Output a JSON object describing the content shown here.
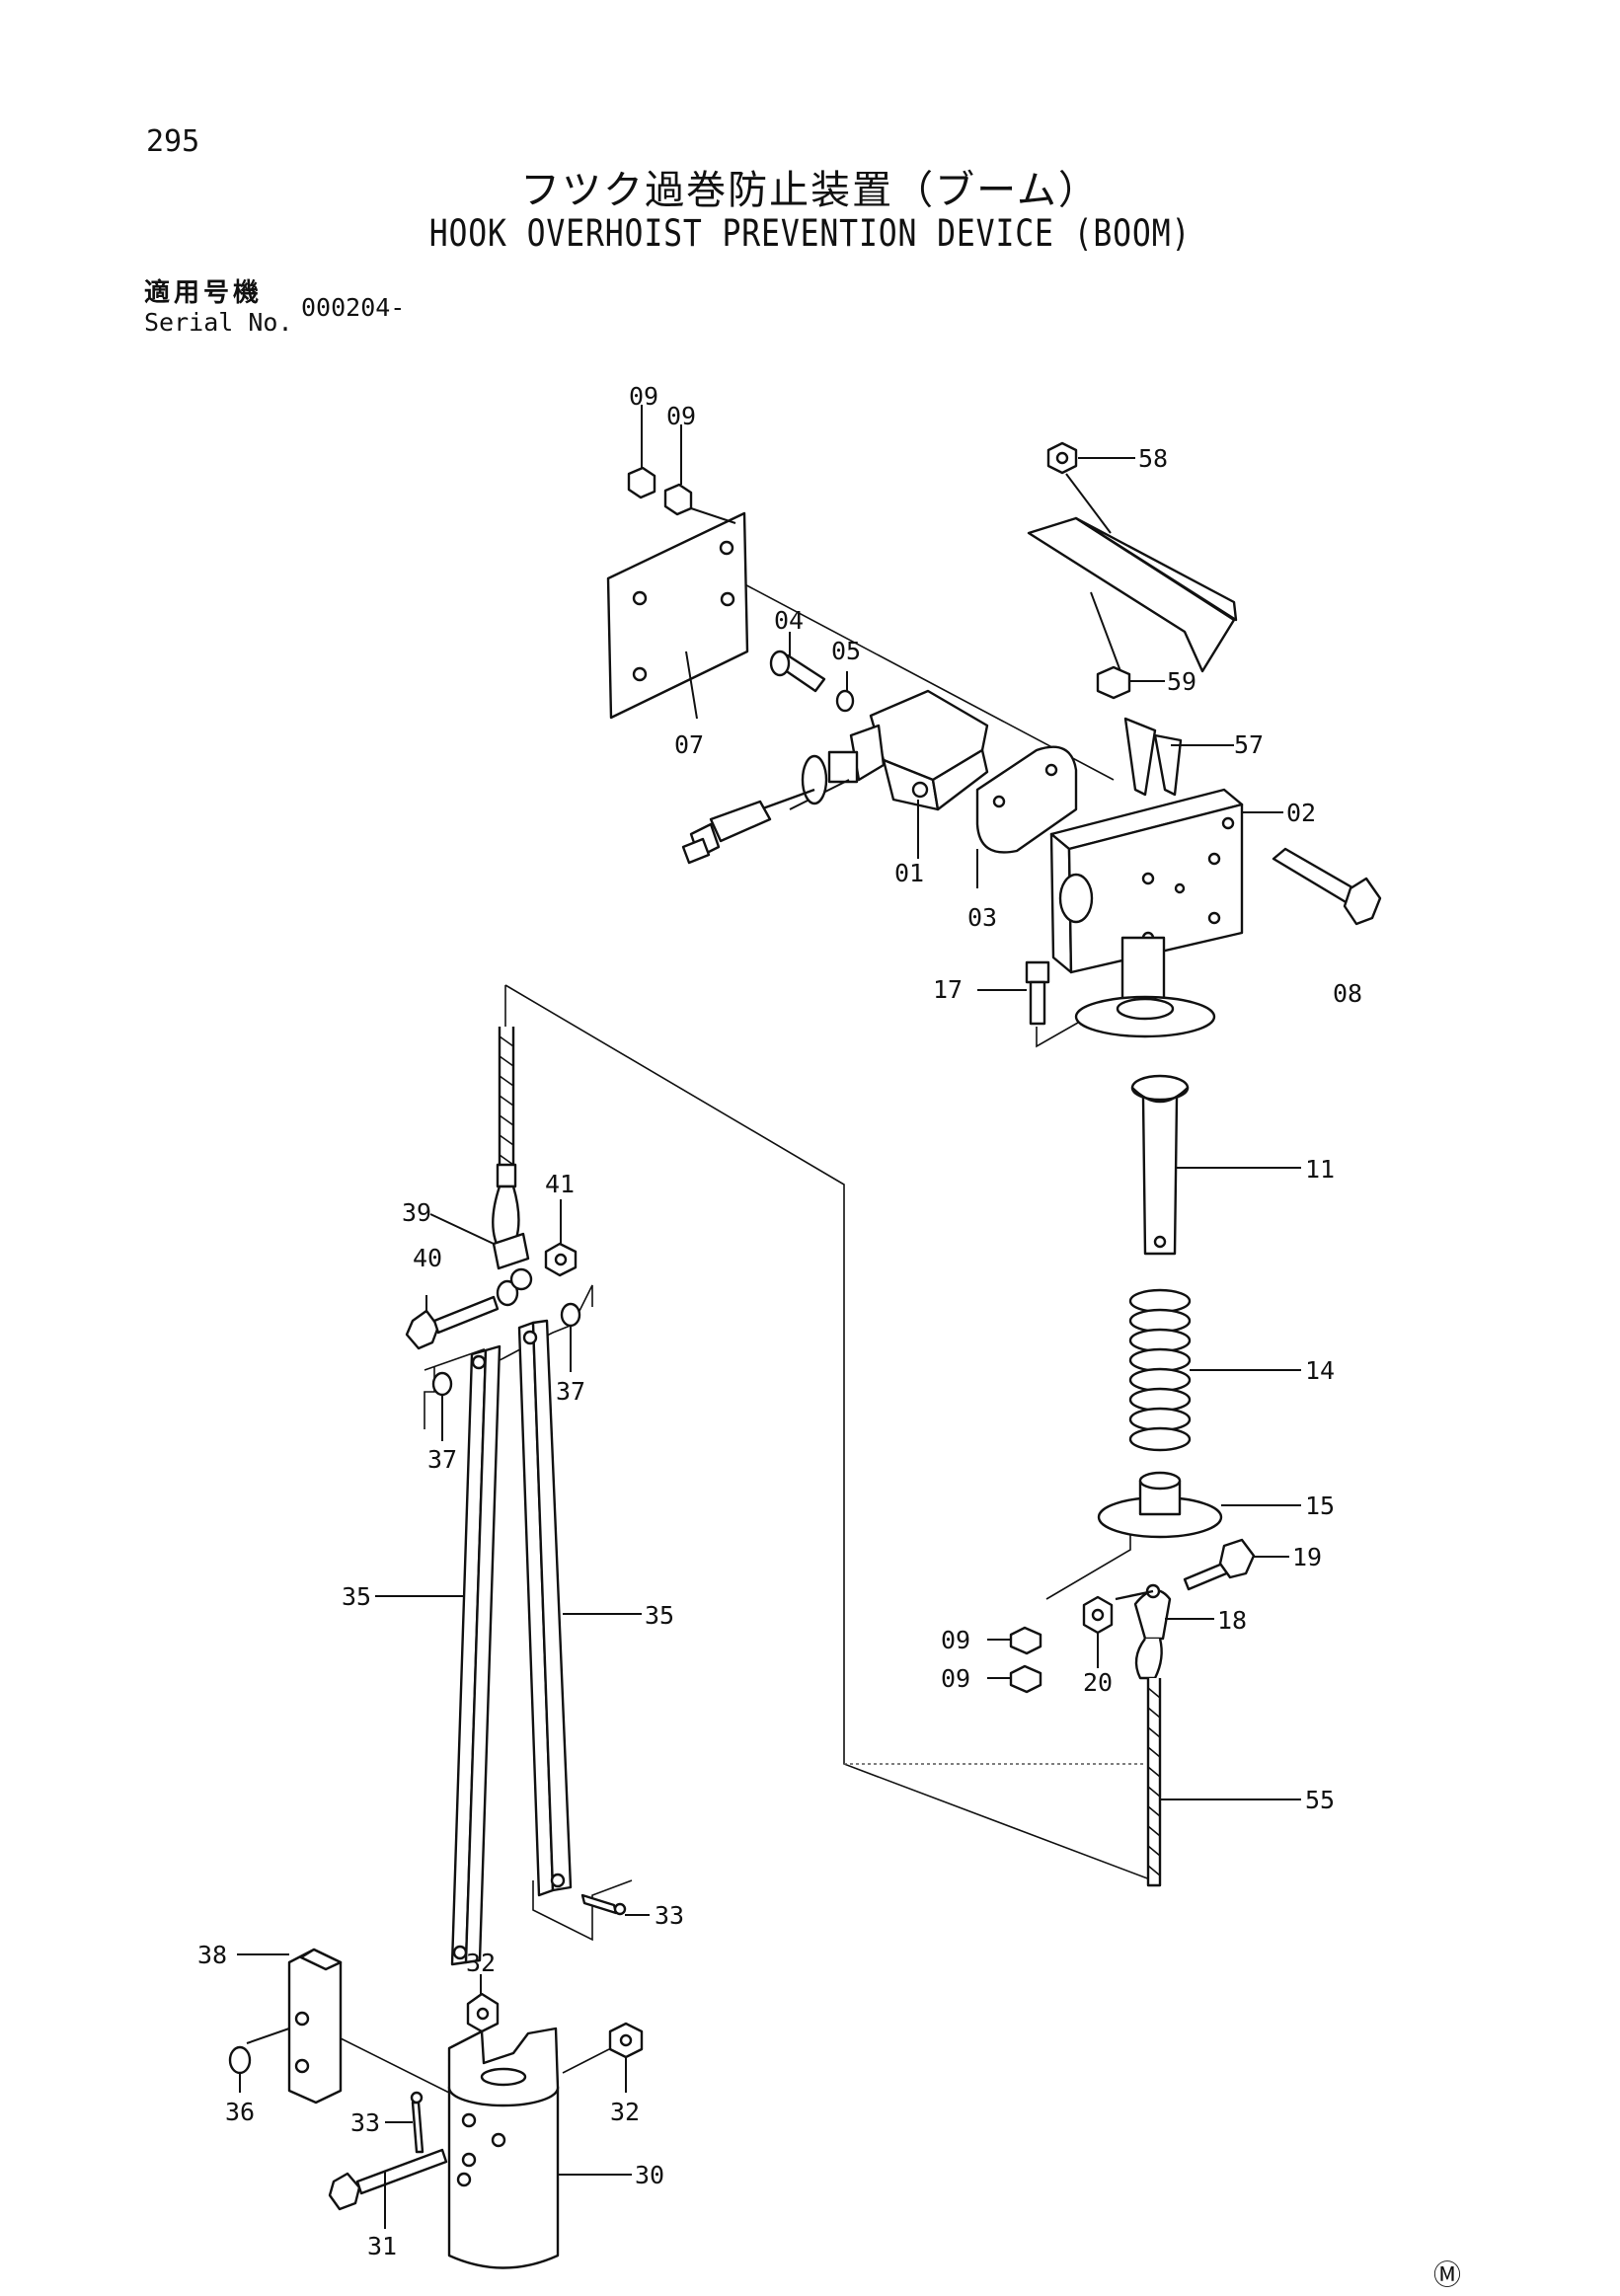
{
  "page_number": "295",
  "title_jp": "フツク過巻防止装置（ブーム）",
  "title_en": "HOOK OVERHOIST PREVENTION DEVICE (BOOM)",
  "serial_label_jp": "適用号機",
  "serial_label_en": "Serial No.",
  "serial_value": "000204-",
  "mark": "Ⓜ",
  "callouts": {
    "c09a": "09",
    "c09b": "09",
    "c58": "58",
    "c07": "07",
    "c04": "04",
    "c05": "05",
    "c59": "59",
    "c57": "57",
    "c02": "02",
    "c01": "01",
    "c03": "03",
    "c08": "08",
    "c17": "17",
    "c11": "11",
    "c41": "41",
    "c39": "39",
    "c40": "40",
    "c37a": "37",
    "c37b": "37",
    "c14": "14",
    "c15": "15",
    "c19": "19",
    "c35a": "35",
    "c35b": "35",
    "c09c": "09",
    "c18": "18",
    "c09d": "09",
    "c20": "20",
    "c55": "55",
    "c33a": "33",
    "c32a": "32",
    "c38": "38",
    "c36": "36",
    "c33b": "33",
    "c32b": "32",
    "c30": "30",
    "c31": "31"
  }
}
